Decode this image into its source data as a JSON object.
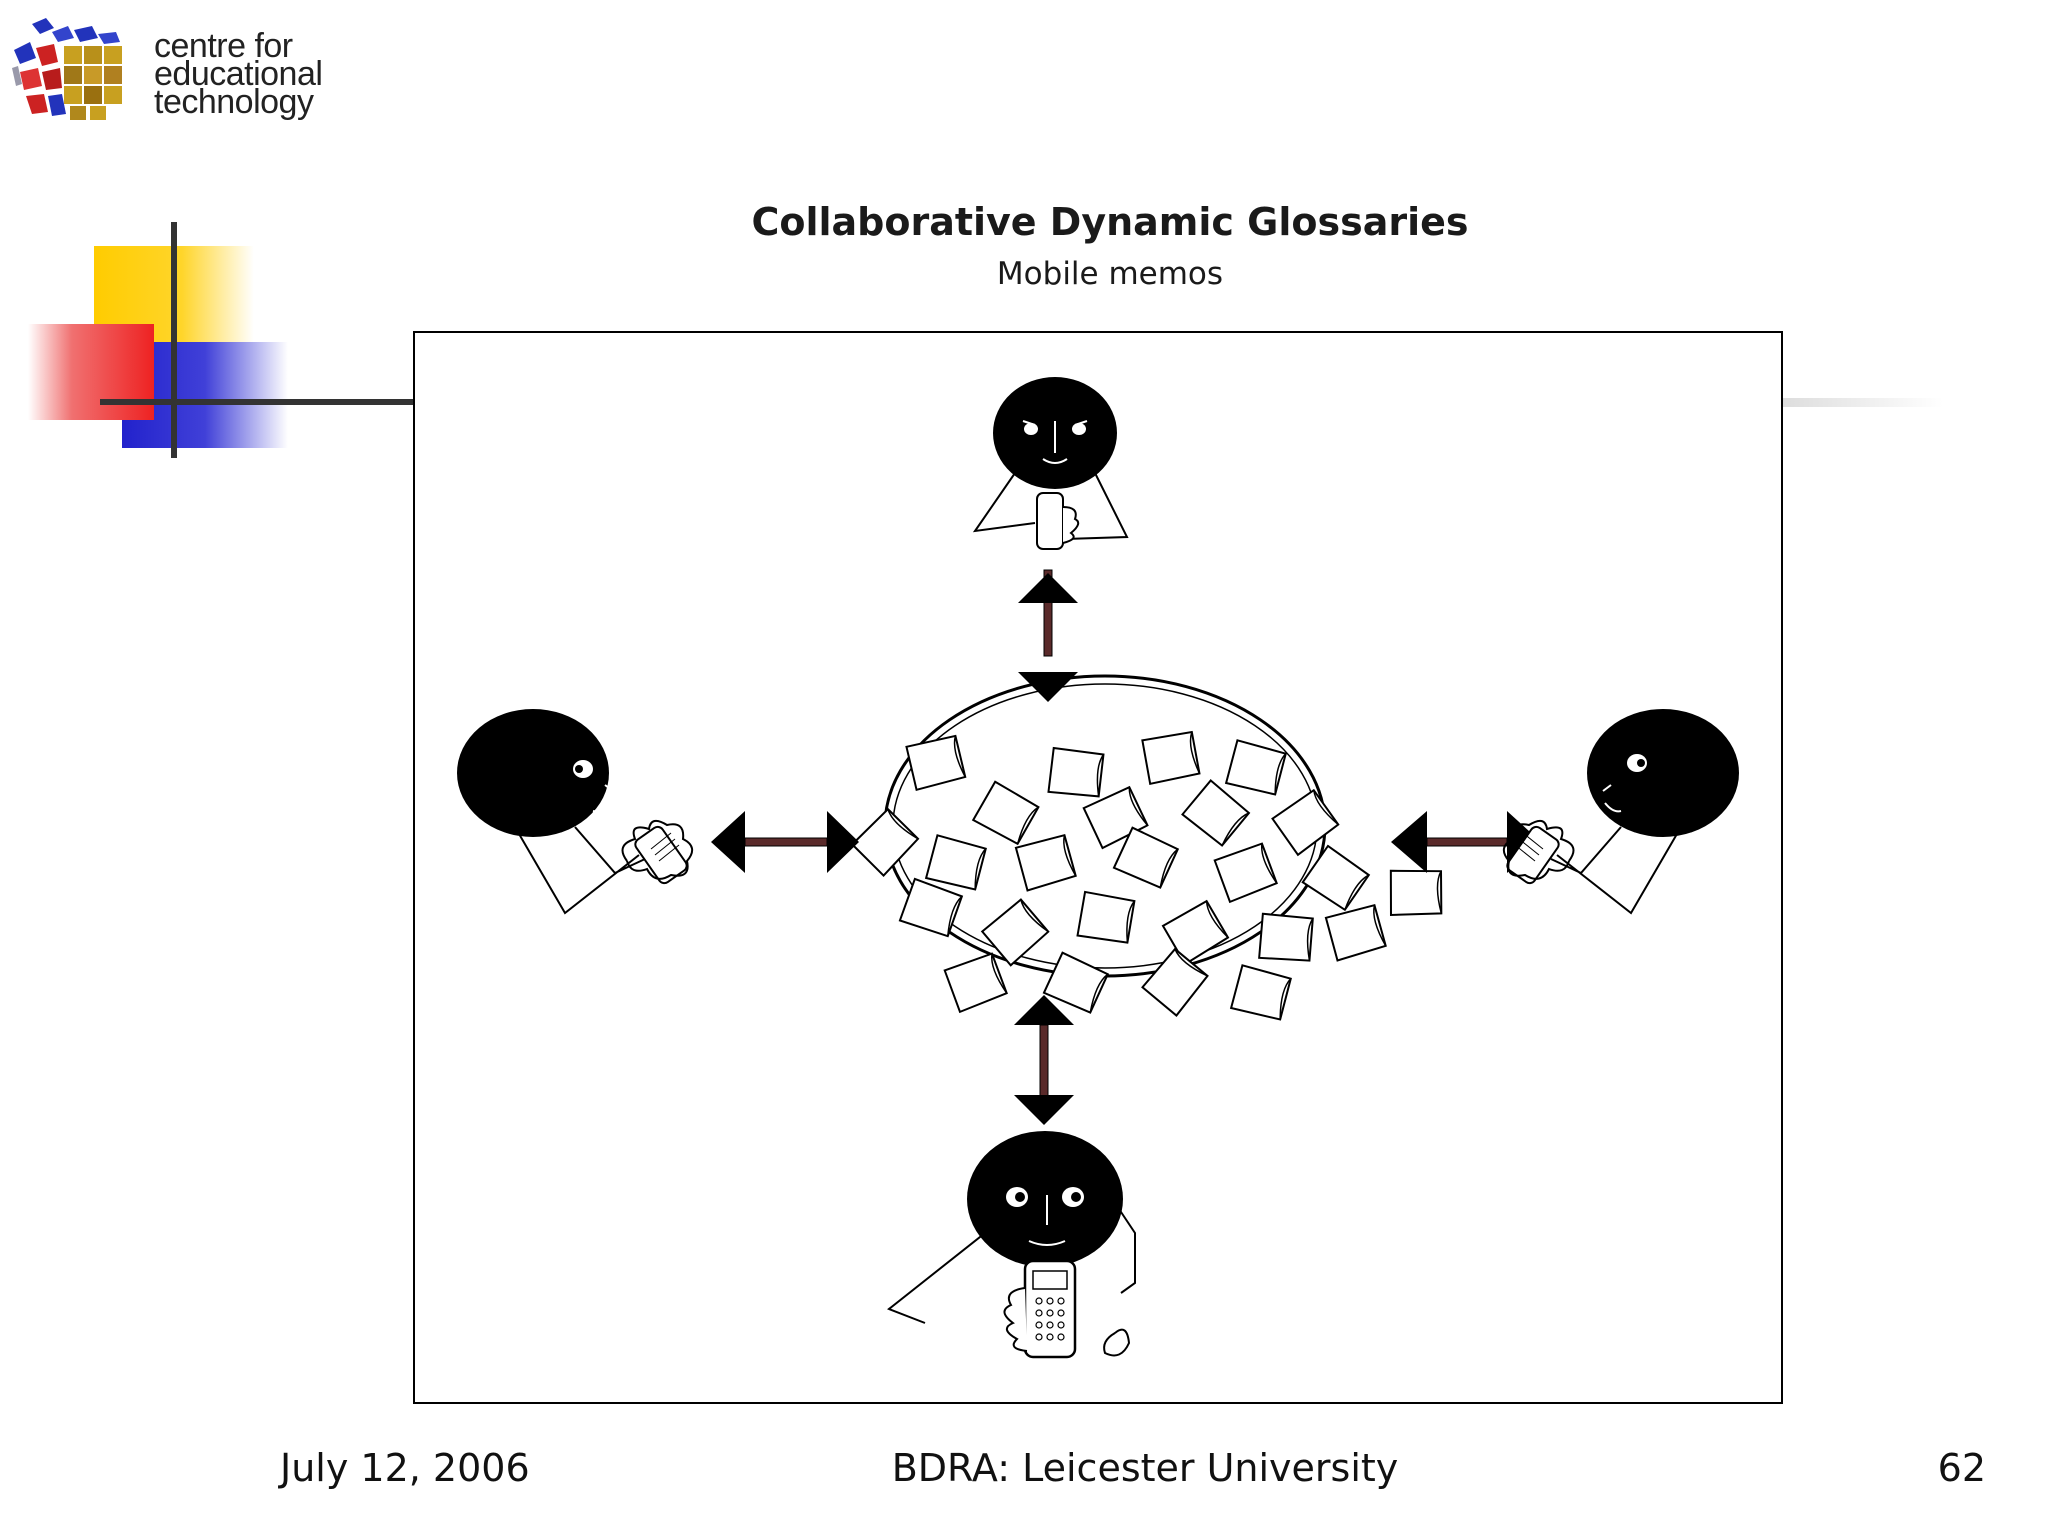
{
  "logo": {
    "line1": "centre for",
    "line2": "educational",
    "line3": "technology"
  },
  "diagram": {
    "title": "Collaborative Dynamic Glossaries",
    "subtitle": "Mobile memos"
  },
  "footer": {
    "date": "July 12, 2006",
    "center": "BDRA: Leicester University",
    "page": "62"
  },
  "colors": {
    "deco_yellow": "#ffcc00",
    "deco_red": "#ee2222",
    "deco_blue": "#2222cc",
    "arrow_shaft": "#5a2a2a"
  }
}
